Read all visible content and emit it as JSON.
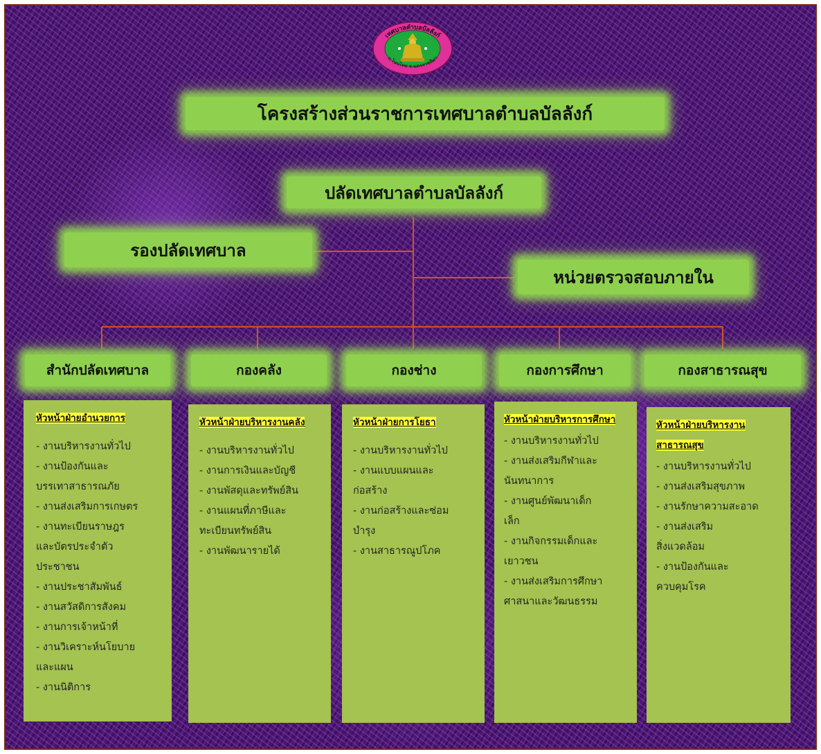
{
  "title": "โครงสร้างส่วนราชการเทศบาลตำบลบัลลังก์",
  "chief": "ปลัดเทศบาลตำบลบัลลังก์",
  "deputy": "รองปลัดเทศบาล",
  "audit": "หน่วยตรวจสอบภายใน",
  "seal": {
    "top_text": "เทศบาลตำบลบัลลังก์",
    "bottom_text": "อ.โนนไทย จ.นครราชสีมา",
    "colors": {
      "ring": "#e0309a",
      "inner": "#1faa3c",
      "figure": "#d4b21e"
    }
  },
  "colors": {
    "box_green": "#8fd14f",
    "panel_green": "#a4c350",
    "connector": "#d0532a",
    "highlight": "#ffff33",
    "background": "#4a1670"
  },
  "divisions": [
    {
      "name": "สำนักปลัดเทศบาล",
      "head": "หัวหน้าฝ่ายอำนวยการ",
      "items": [
        "- งานบริหารงานทั่วไป",
        "- งานป้องกันและ\n  บรรเทาสาธารณภัย",
        "- งานส่งเสริมการเกษตร",
        "- งานทะเบียนราษฎร\n  และบัตรประจำตัว\n  ประชาชน",
        "- งานประชาสัมพันธ์",
        "- งานสวัสดิการสังคม",
        "- งานการเจ้าหน้าที่",
        "- งานวิเคราะห์นโยบาย\n   และแผน",
        "- งานนิติการ"
      ]
    },
    {
      "name": "กองคลัง",
      "head": "หัวหน้าฝ่ายบริหารงานคลัง",
      "items": [
        "- งานบริหารงานทั่วไป",
        "- งานการเงินและบัญชี",
        "- งานพัสดุและทรัพย์สิน",
        "- งานแผนที่ภาษีและ\n  ทะเบียนทรัพย์สิน",
        "- งานพัฒนารายได้"
      ]
    },
    {
      "name": "กองช่าง",
      "head": "หัวหน้าฝ่ายการโยธา",
      "items": [
        "- งานบริหารงานทั่วไป",
        "- งานแบบแผนและ\nก่อสร้าง",
        "- งานก่อสร้างและซ่อม\nบำรุง",
        "- งานสาธารณูปโภค"
      ]
    },
    {
      "name": "กองการศึกษา",
      "head": "หัวหน้าฝ่ายบริหารการศึกษา",
      "items": [
        "- งานบริหารงานทั่วไป",
        "- งานส่งเสริมกีฬาและ\nนันทนาการ",
        "- งานศูนย์พัฒนาเด็ก\nเล็ก",
        "- งานกิจกรรมเด็กและ\nเยาวชน",
        "- งานส่งเสริมการศึกษา\nศาสนาและวัฒนธรรม"
      ]
    },
    {
      "name": "กองสาธารณสุข",
      "head": "หัวหน้าฝ่ายบริหารงานสาธารณสุข",
      "items": [
        "- งานบริหารงานทั่วไป",
        "- งานส่งเสริมสุขภาพ",
        "- งานรักษาความสะอาด",
        "- งานส่งเสริม\nสิ่งแวดล้อม",
        "- งานป้องกันและ\nควบคุมโรค"
      ]
    }
  ]
}
